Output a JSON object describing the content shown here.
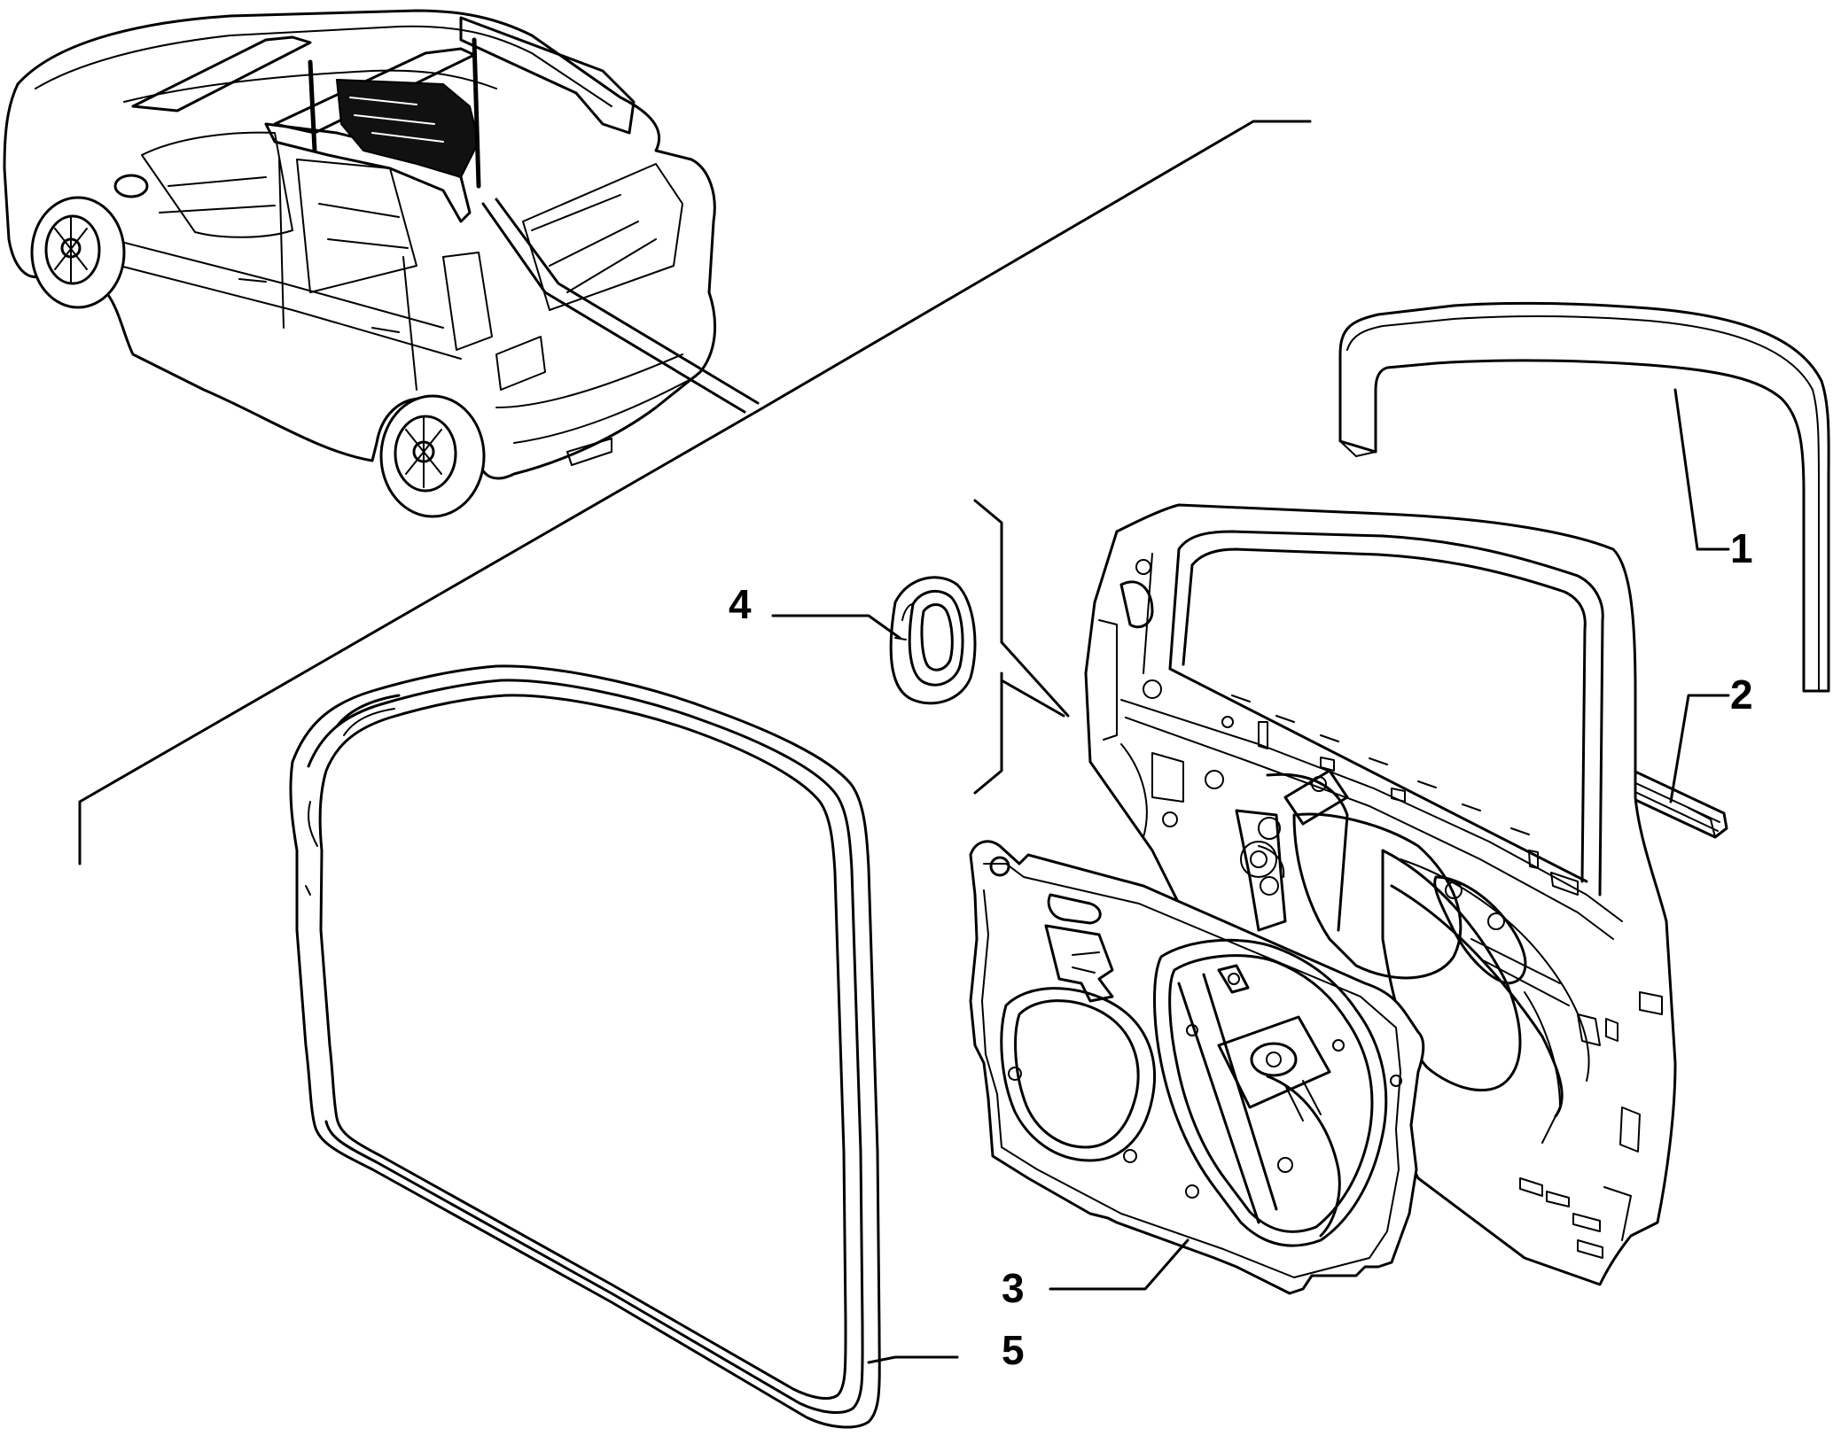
{
  "callouts": [
    {
      "id": "1",
      "text": "1",
      "part": "door-frame-upper-seal"
    },
    {
      "id": "2",
      "text": "2",
      "part": "window-belt-strip"
    },
    {
      "id": "3",
      "text": "3",
      "part": "door-inner-module-panel"
    },
    {
      "id": "4",
      "text": "4",
      "part": "door-grommet"
    },
    {
      "id": "5",
      "text": "5",
      "part": "door-perimeter-seal"
    }
  ],
  "colors": {
    "stroke": "#000000",
    "background": "#ffffff"
  }
}
